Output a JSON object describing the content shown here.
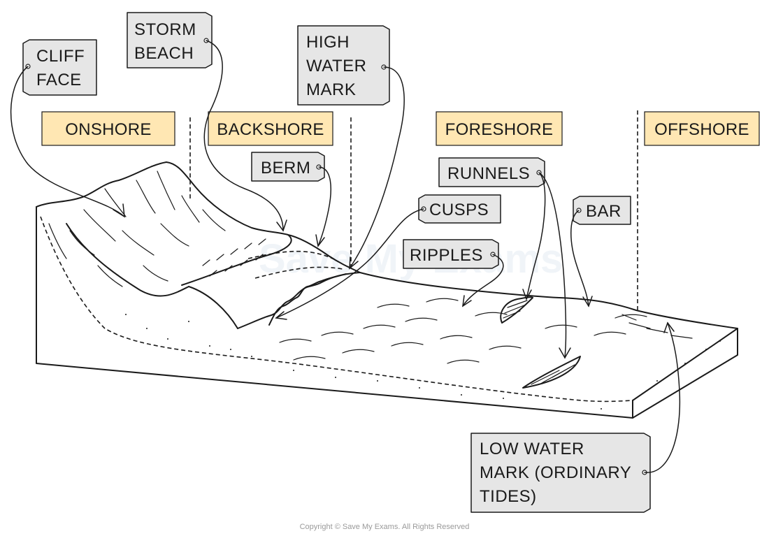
{
  "zones": {
    "onshore": "ONSHORE",
    "backshore": "BACKSHORE",
    "foreshore": "FORESHORE",
    "offshore": "OFFSHORE"
  },
  "labels": {
    "cliff_face": [
      "CLIFF",
      "FACE"
    ],
    "storm_beach": [
      "STORM",
      "BEACH"
    ],
    "high_water_mark": [
      "HIGH",
      "WATER",
      "MARK"
    ],
    "berm": "BERM",
    "runnels": "RUNNELS",
    "cusps": "CUSPS",
    "bar": "BAR",
    "ripples": "RIPPLES",
    "low_water_mark": [
      "LOW WATER",
      "MARK (ORDINARY",
      "TIDES)"
    ]
  },
  "watermark": "Save My Exams",
  "copyright": "Copyright © Save My Exams. All Rights Reserved",
  "colors": {
    "zone_fill": "#ffe7b3",
    "tag_fill": "#e6e6e6",
    "ink": "#1a1a1a"
  }
}
